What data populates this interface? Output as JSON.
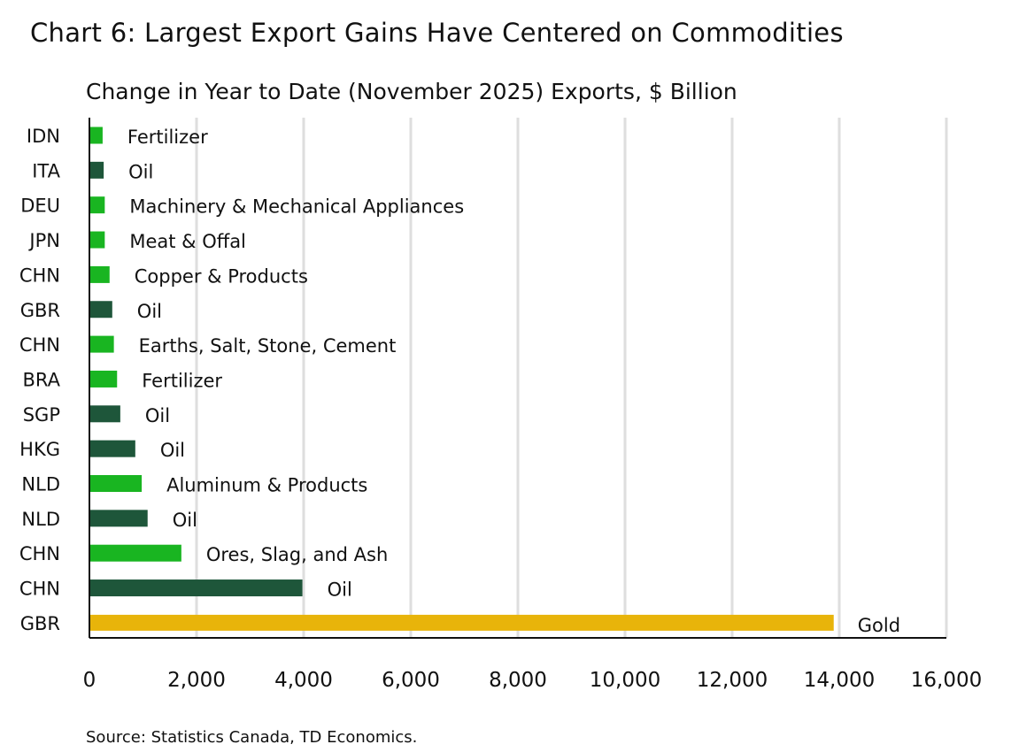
{
  "chart_data": {
    "type": "bar",
    "orientation": "horizontal",
    "title": "Chart 6: Largest Export Gains Have Centered on Commodities",
    "subtitle": "Change in Year to Date (November 2025) Exports, $ Billion",
    "source": "Source: Statistics Canada, TD Economics.",
    "xlim": [
      0,
      16000
    ],
    "x_ticks": [
      "0",
      "2,000",
      "4,000",
      "6,000",
      "8,000",
      "10,000",
      "12,000",
      "14,000",
      "16,000"
    ],
    "x_tick_values": [
      0,
      2000,
      4000,
      6000,
      8000,
      10000,
      12000,
      14000,
      16000
    ],
    "grid": "vertical",
    "colors": {
      "light_green": "#19b521",
      "dark_green": "#1e563a",
      "gold": "#e8b40a",
      "grid": "#dedede",
      "axis": "#111111"
    },
    "bars": [
      {
        "country": "IDN",
        "product": "Fertilizer",
        "value": 230,
        "color": "light_green"
      },
      {
        "country": "ITA",
        "product": "Oil",
        "value": 250,
        "color": "dark_green"
      },
      {
        "country": "DEU",
        "product": "Machinery & Mechanical Appliances",
        "value": 270,
        "color": "light_green"
      },
      {
        "country": "JPN",
        "product": "Meat & Offal",
        "value": 270,
        "color": "light_green"
      },
      {
        "country": "CHN",
        "product": "Copper & Products",
        "value": 360,
        "color": "light_green"
      },
      {
        "country": "GBR",
        "product": "Oil",
        "value": 410,
        "color": "dark_green"
      },
      {
        "country": "CHN",
        "product": "Earths, Salt, Stone, Cement",
        "value": 440,
        "color": "light_green"
      },
      {
        "country": "BRA",
        "product": "Fertilizer",
        "value": 500,
        "color": "light_green"
      },
      {
        "country": "SGP",
        "product": "Oil",
        "value": 560,
        "color": "dark_green"
      },
      {
        "country": "HKG",
        "product": "Oil",
        "value": 840,
        "color": "dark_green"
      },
      {
        "country": "NLD",
        "product": "Aluminum & Products",
        "value": 960,
        "color": "light_green"
      },
      {
        "country": "NLD",
        "product": "Oil",
        "value": 1070,
        "color": "dark_green"
      },
      {
        "country": "CHN",
        "product": "Ores, Slag, and Ash",
        "value": 1700,
        "color": "light_green"
      },
      {
        "country": "CHN",
        "product": "Oil",
        "value": 3960,
        "color": "dark_green"
      },
      {
        "country": "GBR",
        "product": "Gold",
        "value": 13880,
        "color": "gold"
      }
    ]
  }
}
